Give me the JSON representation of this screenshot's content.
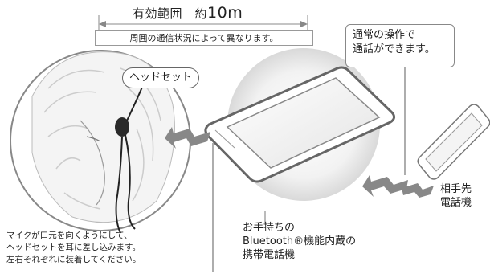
{
  "range": {
    "title_prefix": "有効範囲　約",
    "title_value": "10m",
    "note": "周囲の通信状況によって異なります。"
  },
  "callout": {
    "line1": "通常の操作で",
    "line2": "通話ができます。"
  },
  "headset_label": "ヘッドセット",
  "partner": {
    "line1": "相手先",
    "line2": "電話機"
  },
  "device": {
    "line1": "お手持ちの",
    "line2": "Bluetooth®機能内蔵の",
    "line3": "携帯電話機"
  },
  "instruction": {
    "line1": "マイクが口元を向くようにして、",
    "line2": "ヘッドセットを耳に差し込みます。",
    "line3": "左右それぞれに装着してください。"
  }
}
